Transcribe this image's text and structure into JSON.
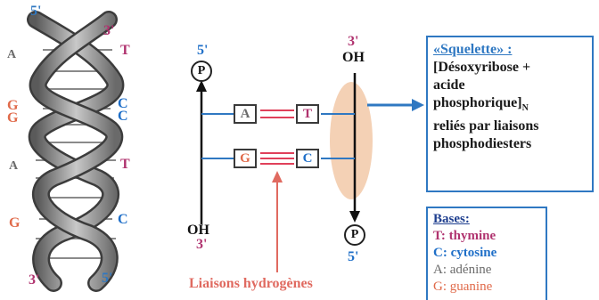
{
  "helix": {
    "top_left_label": "5'",
    "top_right_label": "3'",
    "bottom_left_label": "3'",
    "bottom_right_label": "5'",
    "pairs": [
      {
        "left": "A",
        "right": "T"
      },
      {
        "left": "G",
        "right": "C"
      },
      {
        "left": "G",
        "right": "C"
      },
      {
        "left": "A",
        "right": "T"
      },
      {
        "left": "G",
        "right": "C"
      }
    ]
  },
  "strand": {
    "left_top_prime": "5'",
    "left_phosphate": "P",
    "left_bottom_oh": "OH",
    "left_bottom_prime": "3'",
    "right_top_prime": "3'",
    "right_top_oh": "OH",
    "right_phosphate": "P",
    "right_bottom_prime": "5'",
    "pair1_left": "A",
    "pair1_right": "T",
    "pair2_left": "G",
    "pair2_right": "C",
    "hydrogen_bonds_label": "Liaisons hydrogènes"
  },
  "backbone_box": {
    "title": "«Squelette» :",
    "line1": "[Désoxyribose +",
    "line2": "acide",
    "line3": "phosphorique]",
    "line3_sub": "N",
    "line4": "reliés par liaisons",
    "line5": "phosphodiesters"
  },
  "bases_box": {
    "title": "Bases:",
    "items": [
      {
        "text": "T: thymine"
      },
      {
        "text": "C: cytosine"
      },
      {
        "text": "A: adénine"
      },
      {
        "text": "G: guanine"
      }
    ]
  },
  "colors": {
    "thymine": "#b0336f",
    "cytosine": "#1f6fc8",
    "adenine": "#6b6b6b",
    "guanine": "#e06a4a",
    "backbone_blue": "#2f78c2",
    "arrow_red": "#e06a60",
    "ellipse": "#f2c9a8"
  }
}
